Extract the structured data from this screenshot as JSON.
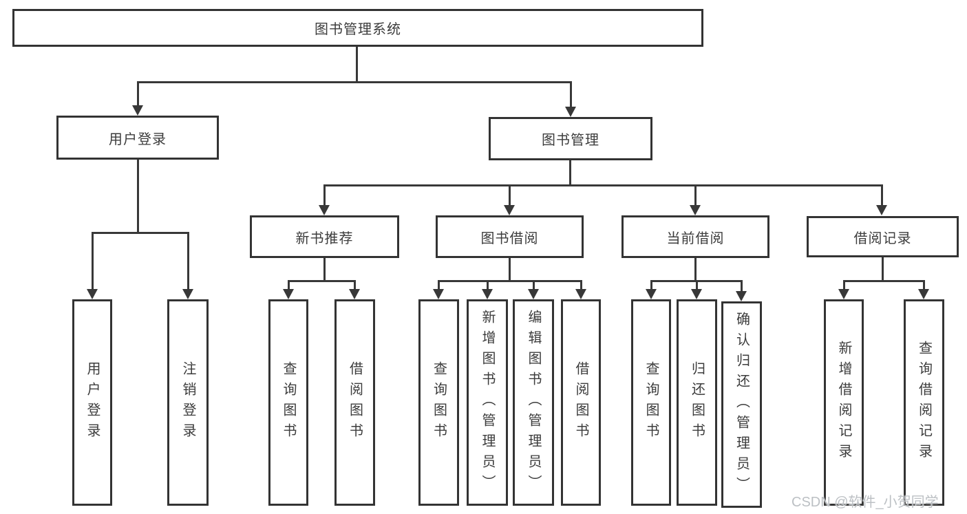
{
  "diagram": {
    "root": {
      "label": "图书管理系统"
    },
    "level2": [
      {
        "label": "用户登录"
      },
      {
        "label": "图书管理"
      }
    ],
    "level3": [
      {
        "label": "新书推荐"
      },
      {
        "label": "图书借阅"
      },
      {
        "label": "当前借阅"
      },
      {
        "label": "借阅记录"
      }
    ],
    "leaves": {
      "user_login": [
        "用户登录",
        "注销登录"
      ],
      "new_book": [
        "查询图书",
        "借阅图书"
      ],
      "book_borrow": [
        "查询图书",
        "新增图书（管理员）",
        "编辑图书（管理员）",
        "借阅图书"
      ],
      "current_borrow": [
        "查询图书",
        "归还图书",
        "确认归还（管理员）"
      ],
      "borrow_record": [
        "新增借阅记录",
        "查询借阅记录"
      ]
    },
    "line_color": "#383838",
    "border_color": "#333333",
    "text_color": "#3c3c3c"
  },
  "watermark": {
    "text": "CSDN @软件_小贺同学",
    "color": "#bcc0c4"
  }
}
